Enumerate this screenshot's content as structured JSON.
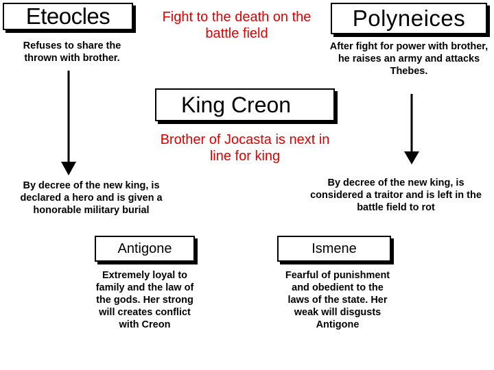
{
  "eteocles": {
    "name": "Eteocles",
    "description": "Refuses to share the thrown with brother."
  },
  "polyneices": {
    "name": "Polyneices",
    "description": "After fight for power with brother, he raises an army and attacks Thebes."
  },
  "conflict": {
    "text": "Fight to the death on the battle field"
  },
  "creon": {
    "name": "King Creon",
    "description": "Brother of Jocasta is next in line for king"
  },
  "decrees": {
    "eteocles": "By decree of the new king, is declared a hero and is given a honorable military burial",
    "polyneices": "By decree of the new king, is considered a traitor and is left in the battle field to rot"
  },
  "antigone": {
    "name": "Antigone",
    "description": "Extremely loyal to family and the law of the gods.  Her strong will creates conflict with Creon"
  },
  "ismene": {
    "name": "Ismene",
    "description": "Fearful of punishment and obedient to the laws of the state. Her weak will disgusts Antigone"
  },
  "colors": {
    "accent_text": "#dd0000",
    "box_border": "#000000",
    "background": "#ffffff"
  }
}
